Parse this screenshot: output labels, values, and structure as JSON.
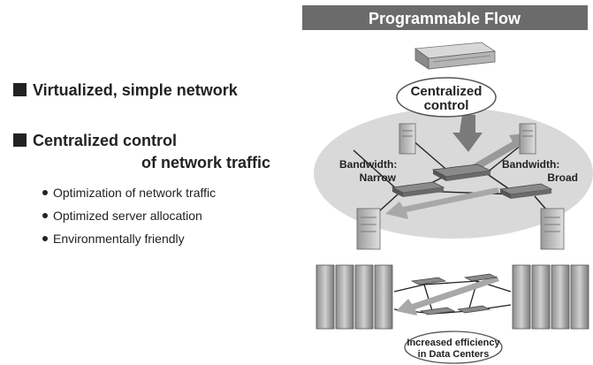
{
  "left_panel": {
    "heading1": "Virtualized, simple network",
    "heading2_line1": "Centralized control",
    "heading2_line2": "of network traffic",
    "items": [
      "Optimization of network traffic",
      "Optimized server allocation",
      "Environmentally friendly"
    ]
  },
  "diagram": {
    "title": "Programmable Flow",
    "controller_callout_line1": "Centralized",
    "controller_callout_line2": "control",
    "bandwidth_left_line1": "Bandwidth:",
    "bandwidth_left_line2": "Narrow",
    "bandwidth_right_line1": "Bandwidth:",
    "bandwidth_right_line2": "Broad",
    "datacenter_callout_line1": "Increased efficiency",
    "datacenter_callout_line2": "in Data Centers"
  }
}
